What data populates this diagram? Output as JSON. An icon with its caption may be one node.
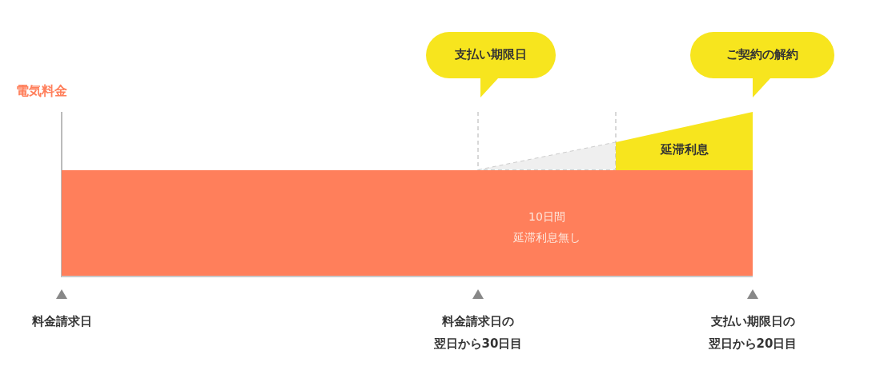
{
  "diagram": {
    "nodes": [
      {
        "text": [
          "支払い期限日"
        ]
      },
      {
        "text": [
          "ご契約の解約"
        ]
      },
      {
        "text": [
          "10日間延滞利息無し"
        ]
      },
      {
        "text": [
          "延滞利息"
        ]
      },
      {
        "text": [],
        "shape": "triangle"
      }
    ],
    "edges": [],
    "labels": [
      "電気料金",
      "料金請求日",
      "料金請求日の翌日から30日目",
      "支払い期限日の翌日から20日目"
    ]
  }
}
